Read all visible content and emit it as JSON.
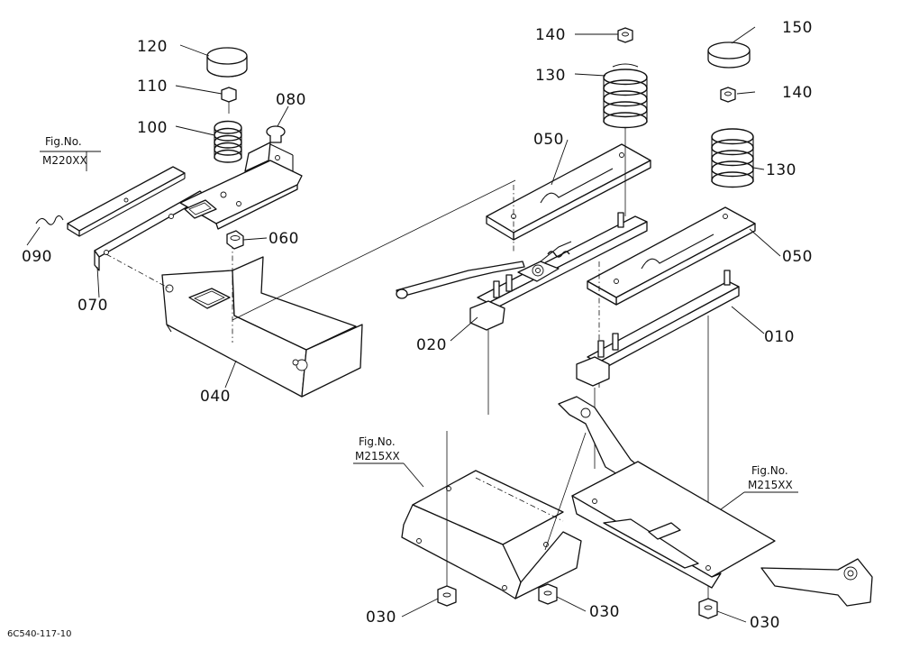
{
  "diagram": {
    "part_labels": {
      "p010": "010",
      "p020": "020",
      "p030a": "030",
      "p030b": "030",
      "p030c": "030",
      "p040": "040",
      "p050a": "050",
      "p050b": "050",
      "p060": "060",
      "p070": "070",
      "p080": "080",
      "p090": "090",
      "p100": "100",
      "p110": "110",
      "p120": "120",
      "p130a": "130",
      "p130b": "130",
      "p140a": "140",
      "p140b": "140",
      "p150": "150"
    },
    "figure_refs": {
      "left_title": "Fig.No.",
      "left_code": "M220XX",
      "center_title": "Fig.No.",
      "center_code": "M215XX",
      "right_title": "Fig.No.",
      "right_code": "M215XX"
    },
    "drawing_code": "6C540-117-10"
  }
}
